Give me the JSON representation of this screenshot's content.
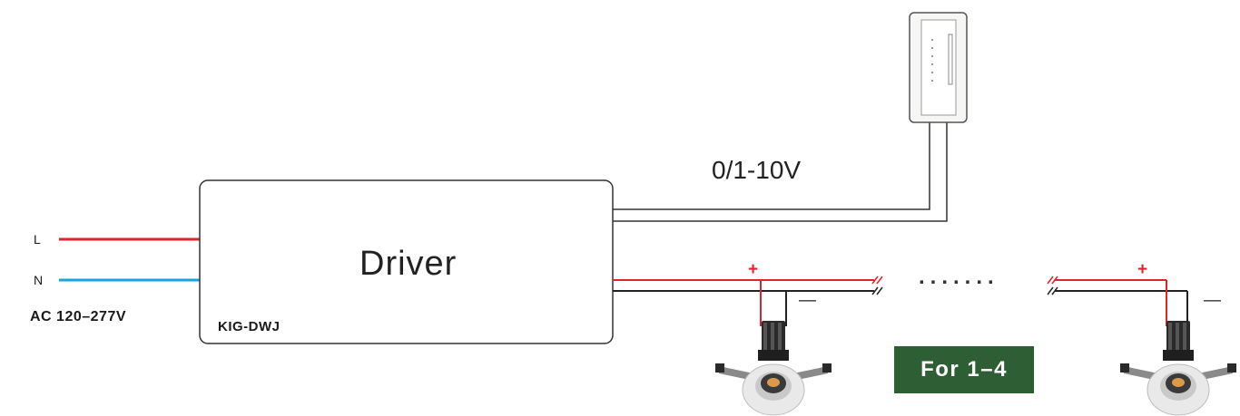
{
  "mains": {
    "line_label": "L",
    "neutral_label": "N",
    "voltage": "AC 120–277V",
    "line_color": "#e0232c",
    "neutral_color": "#1ba3e0"
  },
  "driver": {
    "name": "Driver",
    "model": "KIG-DWJ"
  },
  "dimmer": {
    "signal_label": "0/1-10V",
    "icon": "wall-dimmer-switch-icon"
  },
  "output": {
    "positive_label": "+",
    "negative_label": "—",
    "continuation": ".......",
    "positive_color": "#e0232c"
  },
  "fixtures": {
    "icon": "recessed-downlight-icon",
    "count_badge": "For 1–4",
    "badge_color": "#2e5e34"
  }
}
